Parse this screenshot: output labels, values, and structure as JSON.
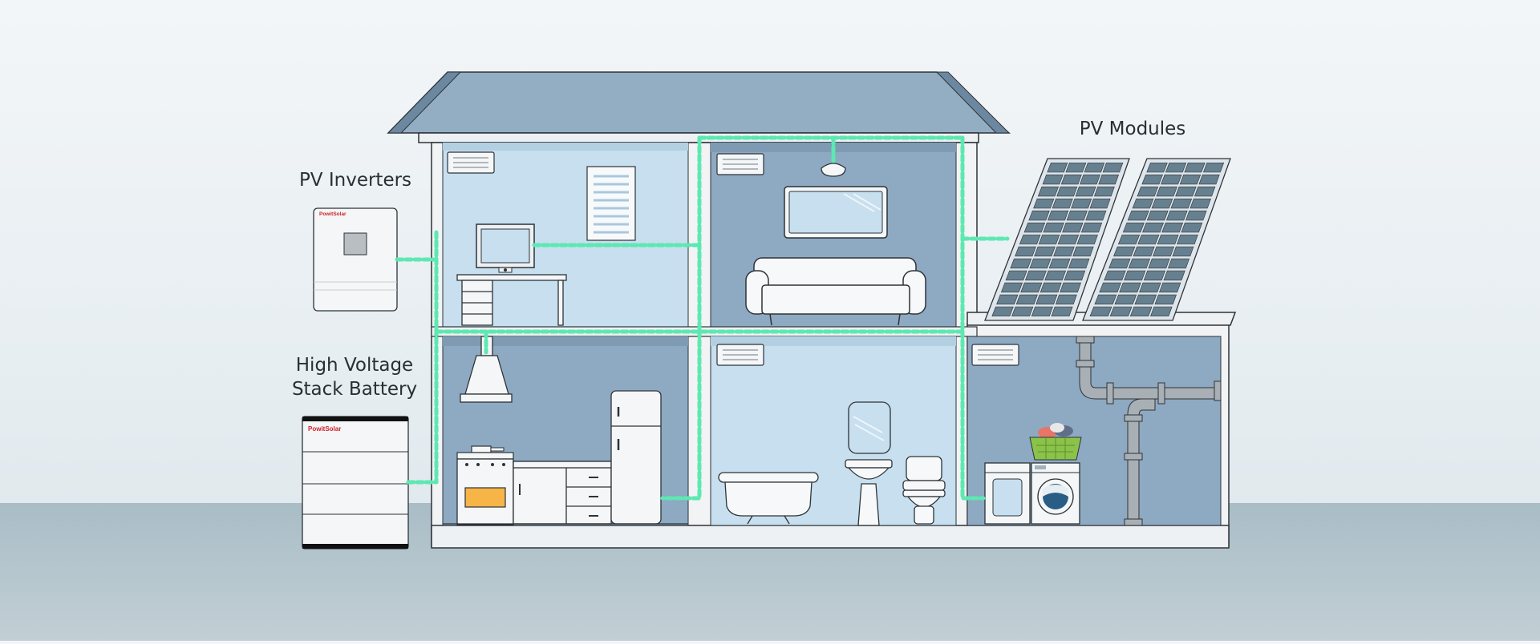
{
  "labels": {
    "pv_inverters": "PV Inverters",
    "pv_modules": "PV Modules",
    "battery_line1": "High Voltage",
    "battery_line2": "Stack Battery"
  },
  "devices": {
    "inverter_brand": "PowitSolar",
    "battery_brand": "PowitSolar"
  },
  "colors": {
    "sky_top": "#f3f6f8",
    "ground": "#a7bcc5",
    "roof": "#93aec3",
    "room_light": "#c7dfee",
    "room_dark": "#8ea9c2",
    "wire": "#5de8b2",
    "brand_red": "#d0202a",
    "outline": "#2d3338"
  },
  "icons": [
    "inverter-icon",
    "battery-icon",
    "solar-panel-icon",
    "computer-icon",
    "desk-icon",
    "lamp-icon",
    "sofa-icon",
    "window-icon",
    "range-hood-icon",
    "stove-icon",
    "fridge-icon",
    "bathtub-icon",
    "mirror-icon",
    "sink-icon",
    "toilet-icon",
    "dryer-icon",
    "washing-machine-icon",
    "laundry-basket-icon",
    "pipe-icon",
    "air-vent-icon"
  ]
}
